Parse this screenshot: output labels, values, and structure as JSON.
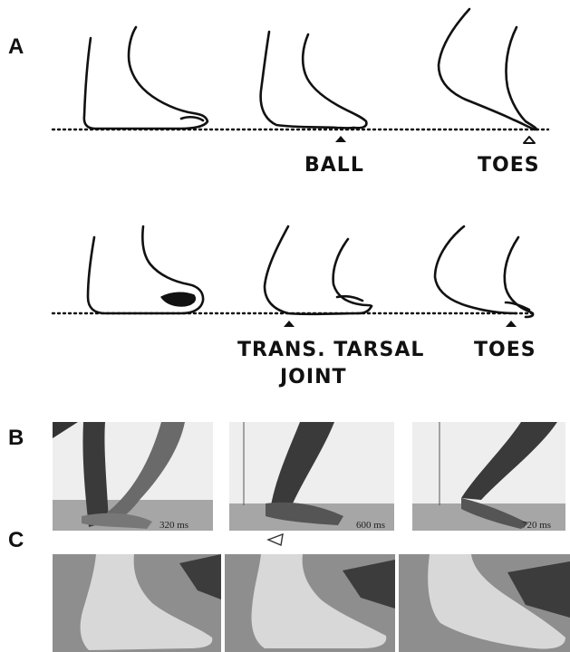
{
  "panels": {
    "a": {
      "letter": "A",
      "row1_labels": [
        "BALL",
        "TOES"
      ],
      "row2_labels": [
        "TRANS. TARSAL",
        "JOINT",
        "TOES"
      ]
    },
    "b": {
      "letter": "B",
      "frames": [
        {
          "time": "320 ms"
        },
        {
          "time": "600 ms"
        },
        {
          "time": "720 ms"
        }
      ]
    },
    "c": {
      "letter": "C"
    }
  },
  "colors": {
    "ink": "#111111",
    "photo_light": "#eeeeee",
    "ground": "#a6a6a6",
    "limb": "#3a3a3a",
    "foot_c": "#d8d8d8",
    "ground_c": "#8e8e8e"
  },
  "icons": [
    "arrowhead-up-icon",
    "open-triangle-pointer-icon"
  ]
}
